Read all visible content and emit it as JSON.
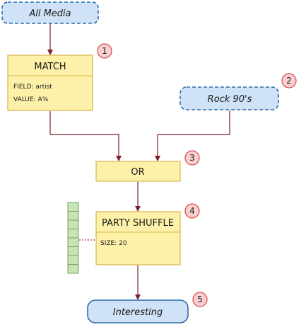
{
  "nodes": {
    "all_media": {
      "label": "All Media"
    },
    "match": {
      "title": "MATCH",
      "props": [
        "FIELD: artist",
        "VALUE: A%"
      ]
    },
    "rock90s": {
      "label": "Rock 90's"
    },
    "or": {
      "title": "OR"
    },
    "party_shuffle": {
      "title": "PARTY SHUFFLE",
      "props": [
        "SIZE: 20"
      ]
    },
    "interesting": {
      "label": "Interesting"
    }
  },
  "badges": [
    "1",
    "2",
    "3",
    "4",
    "5"
  ],
  "colors": {
    "source_fill": "#cfe2f7",
    "source_stroke": "#2f6ea7",
    "process_fill": "#fdf1a9",
    "process_stroke": "#d7b54a",
    "badge_fill": "#f9cfcf",
    "badge_stroke": "#d64a4a",
    "arrow": "#7c1f2a",
    "queue_fill": "#c9e3b5",
    "queue_stroke": "#6fa65a"
  }
}
